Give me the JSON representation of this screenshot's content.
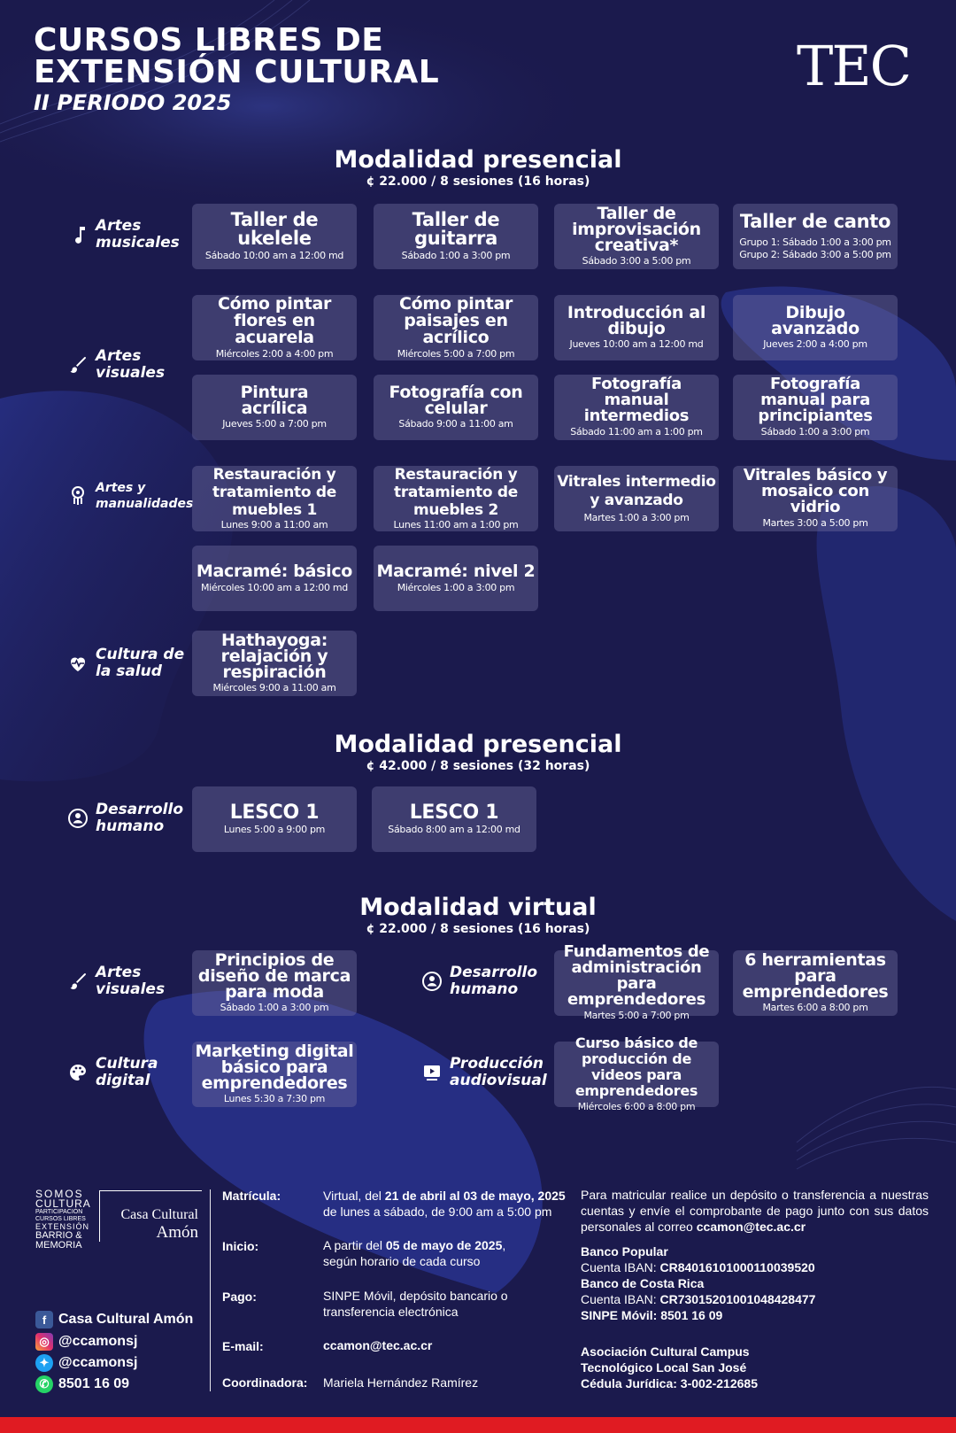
{
  "header": {
    "title_line1": "CURSOS LIBRES DE",
    "title_line2": "EXTENSIÓN CULTURAL",
    "period": "II PERIODO 2025",
    "logo": "TEC"
  },
  "sections": [
    {
      "title": "Modalidad presencial",
      "subtitle": "¢ 22.000  /  8 sesiones (16 horas)",
      "categories": [
        {
          "label": "Artes musicales",
          "icon": "music-note-icon",
          "courses": [
            {
              "title": "Taller de ukelele",
              "schedule": "Sábado 10:00 am a 12:00 md"
            },
            {
              "title": "Taller de guitarra",
              "schedule": "Sábado 1:00 a 3:00 pm"
            },
            {
              "title": "Taller de improvisación creativa*",
              "schedule": "Sábado 3:00 a 5:00 pm"
            },
            {
              "title": "Taller de canto",
              "schedule": "Grupo 1:  Sábado 1:00 a 3:00 pm",
              "schedule2": "Grupo 2: Sábado 3:00 a 5:00 pm"
            }
          ]
        },
        {
          "label": "Artes visuales",
          "icon": "paintbrush-icon",
          "courses": [
            {
              "title": "Cómo pintar flores en acuarela",
              "schedule": "Miércoles 2:00 a 4:00 pm"
            },
            {
              "title": "Cómo pintar paisajes en acrílico",
              "schedule": "Miércoles 5:00 a 7:00 pm"
            },
            {
              "title": "Introducción al dibujo",
              "schedule": "Jueves 10:00 am a 12:00 md"
            },
            {
              "title": "Dibujo avanzado",
              "schedule": "Jueves 2:00 a 4:00 pm"
            },
            {
              "title": "Pintura acrílica",
              "schedule": "Jueves 5:00 a 7:00 pm"
            },
            {
              "title": "Fotografía con celular",
              "schedule": "Sábado 9:00 a 11:00 am"
            },
            {
              "title": "Fotografía manual intermedios",
              "schedule": "Sábado 11:00 am a 1:00 pm"
            },
            {
              "title": "Fotografía manual para principiantes",
              "schedule": "Sábado 1:00 a 3:00 pm"
            }
          ]
        },
        {
          "label": "Artes y manualidades",
          "icon": "dreamcatcher-icon",
          "courses": [
            {
              "title": "Restauración y tratamiento de muebles 1",
              "schedule": "Lunes 9:00 a 11:00 am"
            },
            {
              "title": "Restauración y tratamiento de muebles 2",
              "schedule": "Lunes 11:00 am a 1:00 pm"
            },
            {
              "title": "Vitrales intermedio y avanzado",
              "schedule": "Martes 1:00 a 3:00 pm"
            },
            {
              "title": "Vitrales básico y mosaico con vidrio",
              "schedule": "Martes 3:00 a 5:00 pm"
            },
            {
              "title": "Macramé: básico",
              "schedule": "Miércoles 10:00 am a 12:00 md"
            },
            {
              "title": "Macramé: nivel 2",
              "schedule": "Miércoles 1:00 a 3:00 pm"
            }
          ]
        },
        {
          "label": "Cultura de la salud",
          "icon": "heart-pulse-icon",
          "courses": [
            {
              "title": "Hathayoga: relajación y respiración",
              "schedule": "Miércoles 9:00 a 11:00 am"
            }
          ]
        }
      ]
    },
    {
      "title": "Modalidad presencial",
      "subtitle": "¢ 42.000  /  8 sesiones (32 horas)",
      "categories": [
        {
          "label": "Desarrollo humano",
          "icon": "person-circle-icon",
          "courses": [
            {
              "title": "LESCO 1",
              "schedule": "Lunes 5:00 a  9:00 pm"
            },
            {
              "title": "LESCO 1",
              "schedule": "Sábado 8:00 am a 12:00 md"
            }
          ]
        }
      ]
    },
    {
      "title": "Modalidad virtual",
      "subtitle": "¢ 22.000  /  8 sesiones (16 horas)",
      "categories": [
        {
          "label": "Artes visuales",
          "icon": "paintbrush-icon",
          "courses": [
            {
              "title": "Principios de diseño de marca para moda",
              "schedule": "Sábado 1:00 a 3:00 pm"
            }
          ]
        },
        {
          "label": "Desarrollo humano",
          "icon": "person-circle-icon",
          "courses": [
            {
              "title": "Fundamentos de administración para emprendedores",
              "schedule": "Martes 5:00 a 7:00 pm"
            },
            {
              "title": "6 herramientas para emprendedores",
              "schedule": "Martes 6:00 a 8:00 pm"
            }
          ]
        },
        {
          "label": "Cultura digital",
          "icon": "palette-icon",
          "courses": [
            {
              "title": "Marketing digital básico para emprendedores",
              "schedule": "Lunes 5:30 a 7:30 pm"
            }
          ]
        },
        {
          "label": "Producción audiovisual",
          "icon": "video-play-icon",
          "courses": [
            {
              "title": "Curso básico de producción de videos para emprendedores",
              "schedule": "Miércoles 6:00 a 8:00 pm"
            }
          ]
        }
      ]
    }
  ],
  "footer": {
    "somos_lines": [
      "SOMOS",
      "CULTURA",
      "PARTICIPACIÓN",
      "CURSOS LIBRES",
      "EXTENSIÓN",
      "BARRIO &",
      "MEMORIA"
    ],
    "casa_logo_line1": "Casa Cultural",
    "casa_logo_line2": "Amón",
    "social": [
      {
        "icon": "facebook-icon",
        "text": "Casa Cultural Amón"
      },
      {
        "icon": "instagram-icon",
        "text": "@ccamonsj"
      },
      {
        "icon": "twitter-icon",
        "text": "@ccamonsj"
      },
      {
        "icon": "whatsapp-icon",
        "text": "8501 16 09"
      }
    ],
    "info": [
      {
        "label": "Matrícula:",
        "pre": "Virtual, del ",
        "bold": "21 de abril al 03 de mayo, 2025",
        "post": "",
        "line2": "de lunes a sábado, de 9:00 am a 5:00 pm"
      },
      {
        "label": "Inicio:",
        "pre": "A partir del ",
        "bold": "05 de mayo de 2025",
        "post": ",",
        "line2": "según horario de cada curso"
      },
      {
        "label": "Pago:",
        "pre": "SINPE Móvil, depósito bancario o",
        "bold": "",
        "post": "",
        "line2": "transferencia electrónica"
      },
      {
        "label": "E-mail:",
        "pre": "",
        "bold": "ccamon@tec.ac.cr",
        "post": "",
        "line2": ""
      },
      {
        "label": "Coordinadora:",
        "pre": "Mariela Hernández Ramírez",
        "bold": "",
        "post": "",
        "line2": ""
      }
    ],
    "payment_text_pre": "Para matricular realice un depósito o transferencia a nuestras cuentas y envíe el comprobante de pago junto con sus datos personales al correo ",
    "payment_email": "ccamon@tec.ac.cr",
    "bank1_name": "Banco Popular",
    "bank1_iban_label": "Cuenta IBAN: ",
    "bank1_iban": "CR84016101000110039520",
    "bank2_name": "Banco de Costa Rica",
    "bank2_iban_label": "Cuenta IBAN: ",
    "bank2_iban": "CR73015201001048428477",
    "sinpe": "SINPE Móvil: 8501 16 09",
    "assoc_line1": "Asociación Cultural Campus",
    "assoc_line2": "Tecnológico Local San José",
    "cedula": "Cédula Jurídica: 3-002-212685"
  },
  "colors": {
    "background": "#1b1a4d",
    "box": "#5a5890",
    "accent_red": "#e01b22",
    "text": "#ffffff"
  }
}
